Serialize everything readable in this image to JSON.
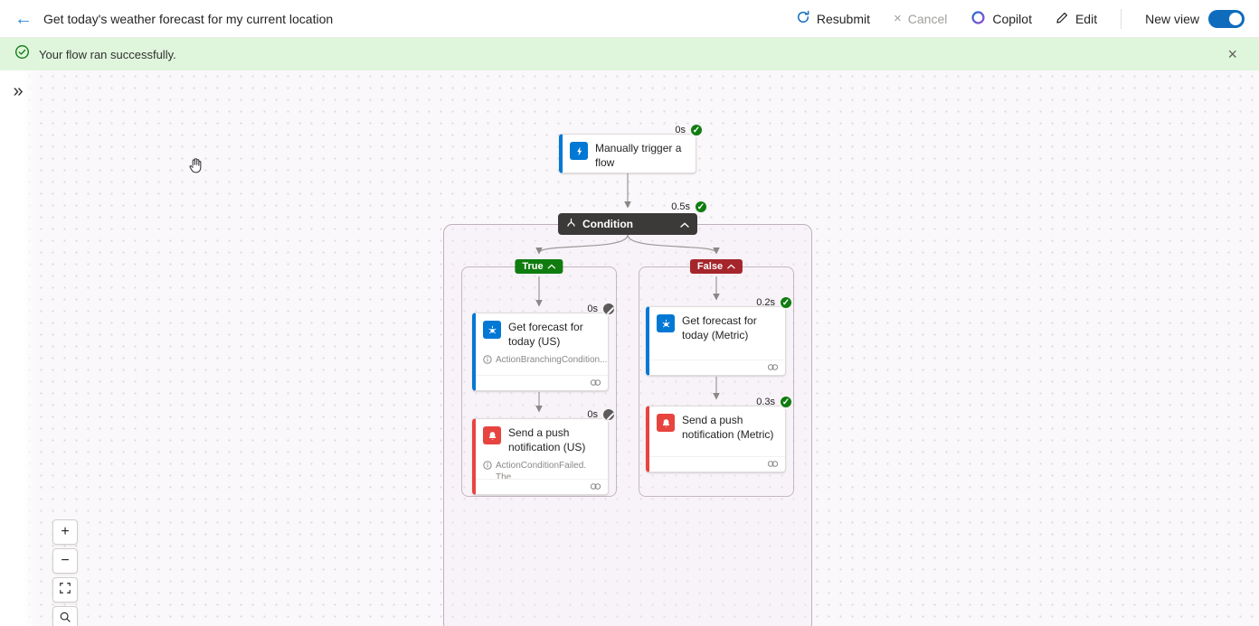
{
  "header": {
    "title": "Get today's weather forecast for my current location",
    "resubmit_label": "Resubmit",
    "cancel_label": "Cancel",
    "copilot_label": "Copilot",
    "edit_label": "Edit",
    "new_view_label": "New view",
    "new_view_toggle": "on"
  },
  "banner": {
    "message": "Your flow ran successfully."
  },
  "icons": {
    "back": "←",
    "expand": "»",
    "close": "×",
    "check": "✓",
    "zoom_in": "+",
    "zoom_out": "−"
  },
  "flow": {
    "trigger": {
      "title": "Manually trigger a flow",
      "duration": "0s",
      "status": "Succeeded"
    },
    "condition": {
      "title": "Condition",
      "duration": "0.5s",
      "status": "Succeeded"
    },
    "true_branch": {
      "label": "True",
      "actions": [
        {
          "title": "Get forecast for today (US)",
          "duration": "0s",
          "status": "Skipped",
          "note": "ActionBranchingCondition..."
        },
        {
          "title": "Send a push notification (US)",
          "duration": "0s",
          "status": "Skipped",
          "note": "ActionConditionFailed. The..."
        }
      ]
    },
    "false_branch": {
      "label": "False",
      "actions": [
        {
          "title": "Get forecast for today (Metric)",
          "duration": "0.2s",
          "status": "Succeeded"
        },
        {
          "title": "Send a push notification (Metric)",
          "duration": "0.3s",
          "status": "Succeeded"
        }
      ]
    }
  },
  "colors": {
    "accent_blue": "#0078d4",
    "action_red": "#e8443f",
    "success_green": "#107c10",
    "skipped_gray": "#5c5a5a",
    "true_green": "#107c10",
    "false_red": "#a4262c",
    "banner_green": "#dff6dd"
  }
}
